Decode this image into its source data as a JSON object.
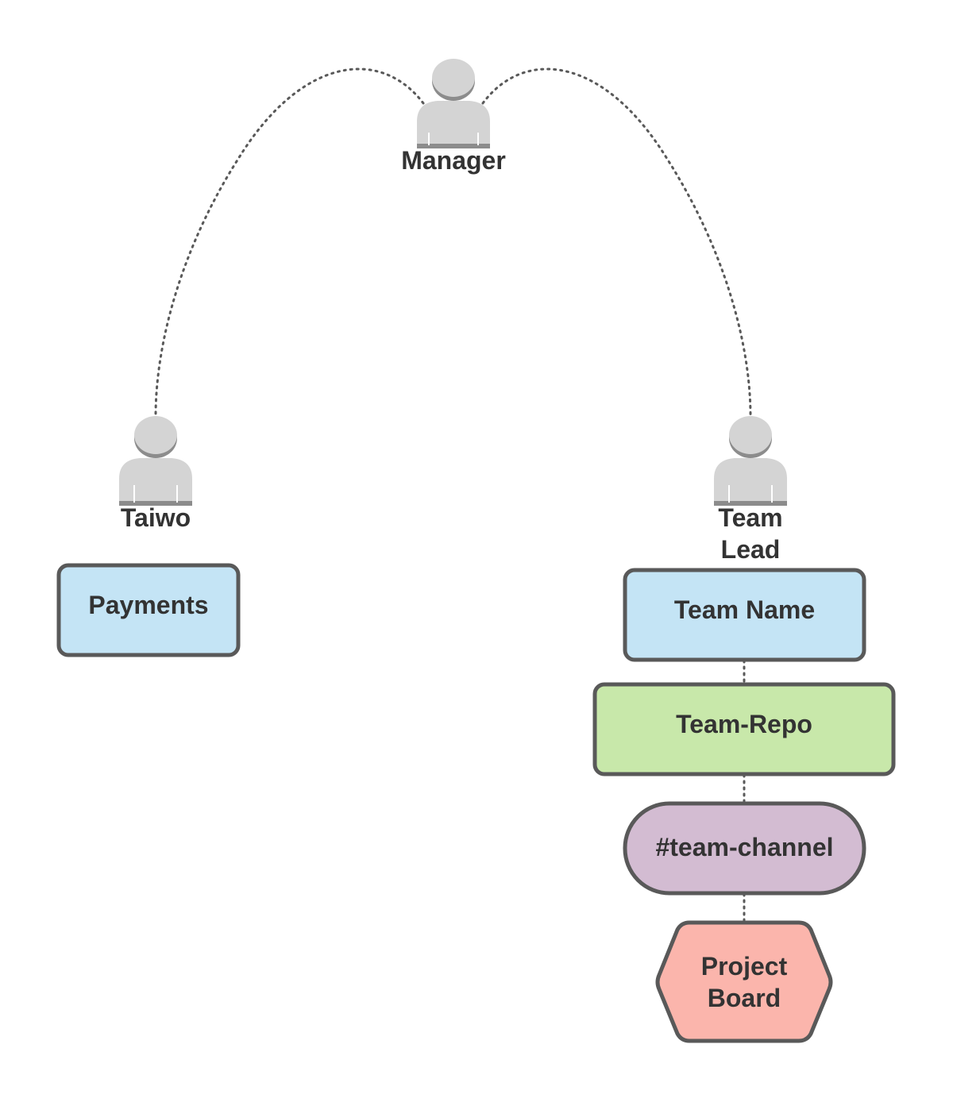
{
  "people": {
    "manager": {
      "label": "Manager"
    },
    "taiwo": {
      "label": "Taiwo"
    },
    "team_lead": {
      "label_line1": "Team",
      "label_line2": "Lead"
    }
  },
  "nodes": {
    "payments": {
      "label": "Payments",
      "fill": "#c4e4f5"
    },
    "team_name": {
      "label": "Team Name",
      "fill": "#c4e4f5"
    },
    "team_repo": {
      "label": "Team-Repo",
      "fill": "#c8e8aa"
    },
    "team_channel": {
      "label": "#team-channel",
      "fill": "#d3bcd2"
    },
    "project_board": {
      "label_line1": "Project",
      "label_line2": "Board",
      "fill": "#fbb5ac"
    }
  },
  "colors": {
    "stroke": "#595959",
    "person_fill": "#d4d4d4",
    "person_shadow": "#8c8c8c",
    "connector": "#595959",
    "text": "#333333"
  },
  "icons": [
    "person-icon"
  ]
}
